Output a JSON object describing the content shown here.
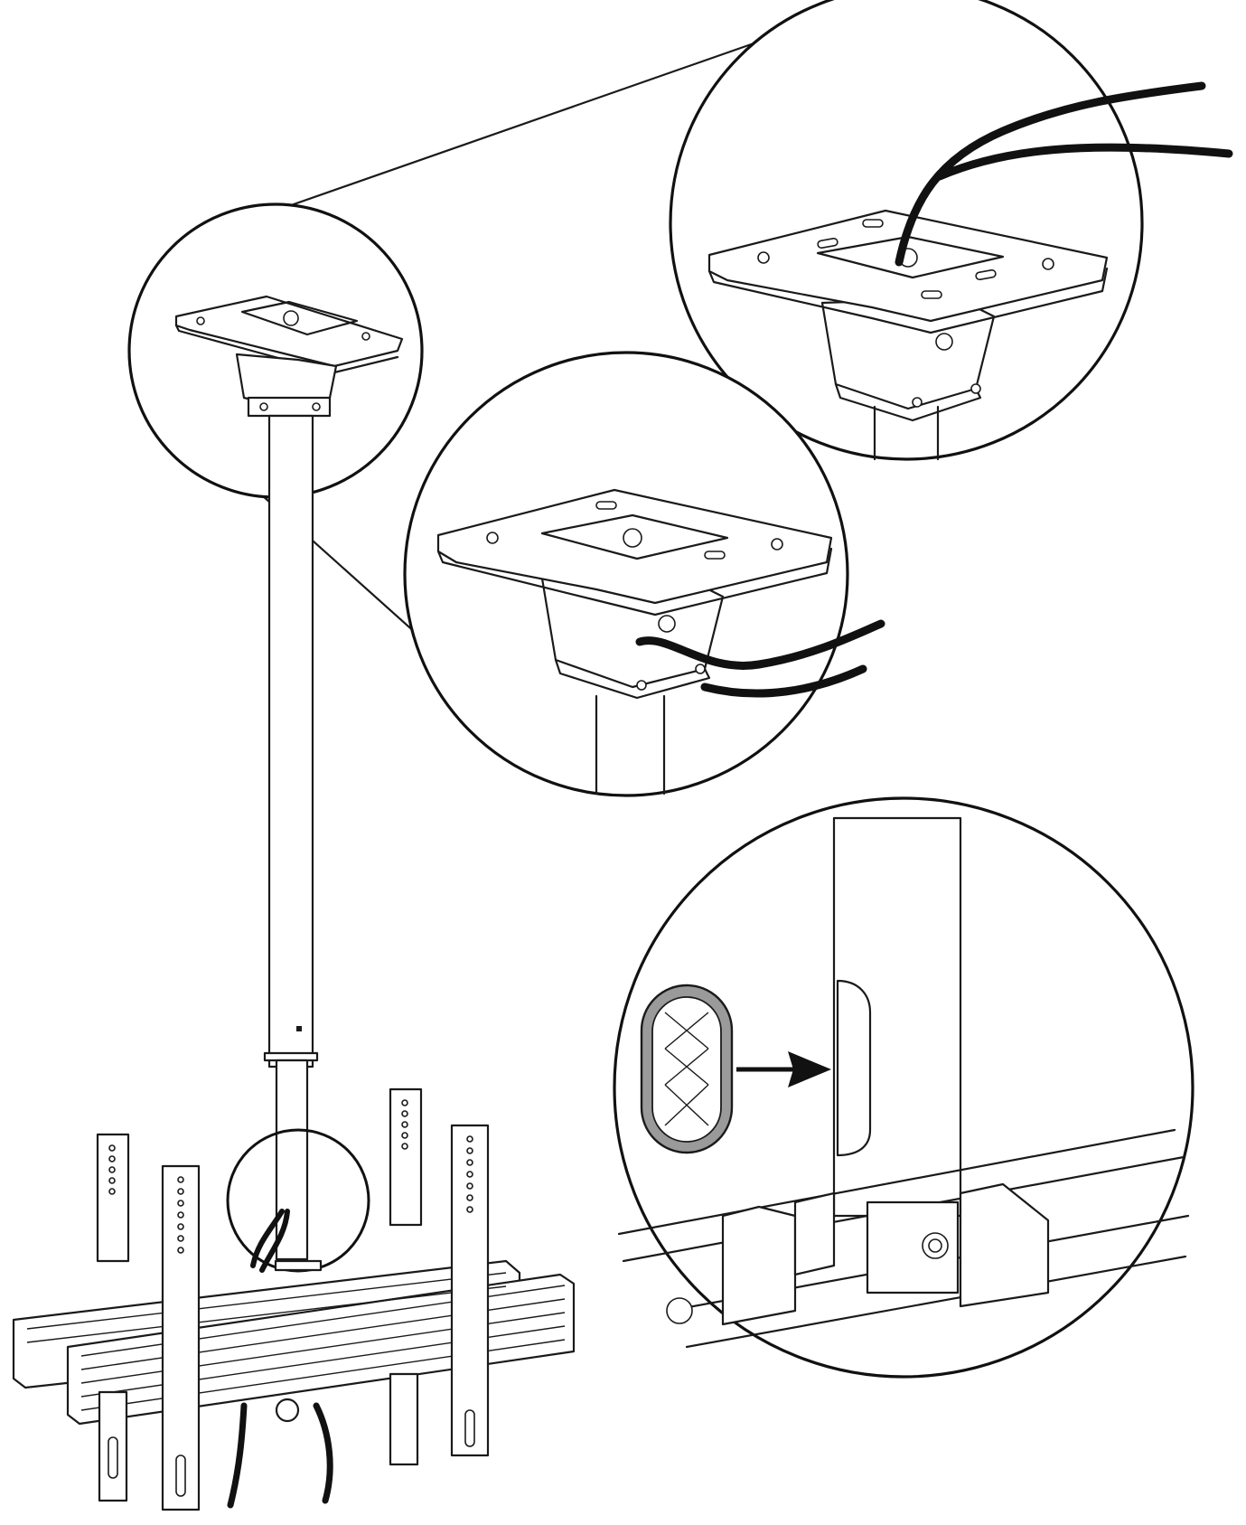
{
  "colors": {
    "line": "#1a1a1a",
    "background": "#ffffff",
    "grommet_fill": "#9a9a9a",
    "cable": "#111111"
  },
  "figure": {
    "type": "assembly-instruction-diagram",
    "components": [
      "ceiling-plate",
      "extension-pole",
      "cable-grommet",
      "mounting-rails",
      "vertical-brackets",
      "cables"
    ],
    "callouts": [
      "ceiling-plate-detail",
      "cable-top-entry-detail",
      "cable-side-entry-detail",
      "grommet-insert-detail",
      "pole-base-cable-detail"
    ]
  }
}
